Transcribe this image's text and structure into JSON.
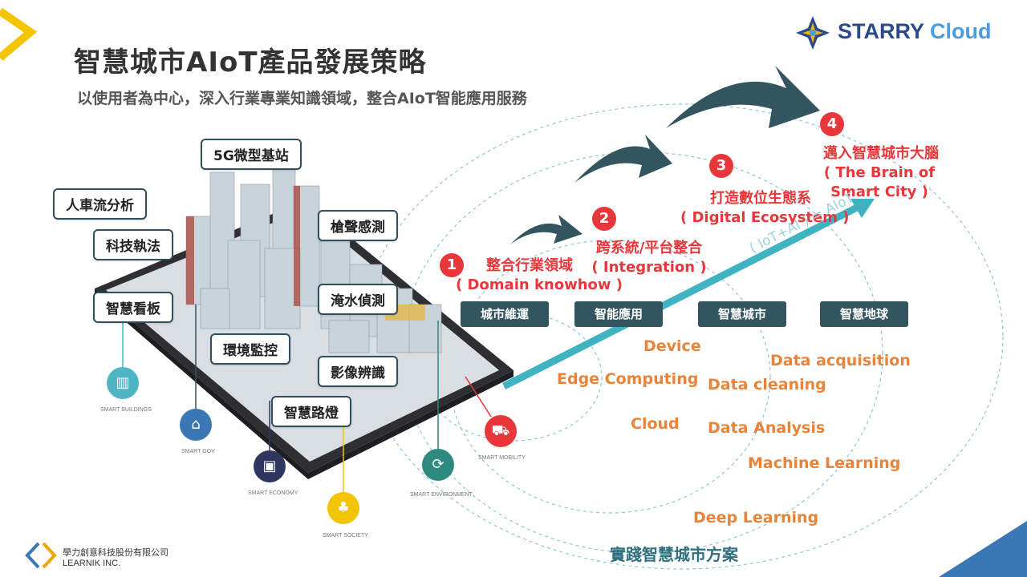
{
  "header": {
    "title": "智慧城市AIoT產品發展策略",
    "subtitle": "以使用者為中心，深入行業專業知識領域，整合AIoT智能應用服務"
  },
  "brand": {
    "logo_word1": "STARRY",
    "logo_word2": "Cloud",
    "company_cn": "學力創意科技股份有限公司",
    "company_en": "LEARNIK INC."
  },
  "city_labels": {
    "base_station": "5G微型基站",
    "traffic_analysis": "人車流分析",
    "tech_enforcement": "科技執法",
    "gunshot_detection": "槍聲感測",
    "smart_billboard": "智慧看板",
    "flood_detection": "淹水偵測",
    "environment_monitoring": "環境監控",
    "image_recognition": "影像辨識",
    "smart_streetlight": "智慧路燈"
  },
  "icon_labels": {
    "smart_buildings": "SMART BUILDINGS",
    "smart_gov": "SMART GOV",
    "smart_economy": "SMART ECONOMY",
    "smart_society": "SMART SOCIETY",
    "smart_environment": "SMART ENVIRONMENT",
    "smart_mobility": "SMART MOBILITY"
  },
  "stages": [
    {
      "number": "1",
      "title": "整合行業領域",
      "subtitle": "( Domain knowhow )"
    },
    {
      "number": "2",
      "title": "跨系統/平台整合",
      "subtitle": "( Integration )"
    },
    {
      "number": "3",
      "title": "打造數位生態系",
      "subtitle": "( Digital Ecosystem )"
    },
    {
      "number": "4",
      "title": "邁入智慧城市大腦",
      "subtitle": "( The Brain of",
      "subtitle2": "Smart City )"
    }
  ],
  "categories": [
    "城市維運",
    "智能應用",
    "智慧城市",
    "智慧地球"
  ],
  "formula": "( IoT+AI ) = AIoT",
  "tech_terms": {
    "device": "Device",
    "edge": "Edge Computing",
    "cloud": "Cloud",
    "acquisition": "Data acquisition",
    "cleaning": "Data cleaning",
    "analysis": "Data Analysis",
    "ml": "Machine Learning",
    "dl": "Deep Learning"
  },
  "footer": {
    "cta": "實踐智慧城市方案"
  },
  "colors": {
    "accent_red": "#e8373a",
    "accent_orange": "#e8843a",
    "dark_teal": "#33555f",
    "arrow_teal": "#3fb3c2",
    "logo_blue": "#2b4a8a"
  }
}
